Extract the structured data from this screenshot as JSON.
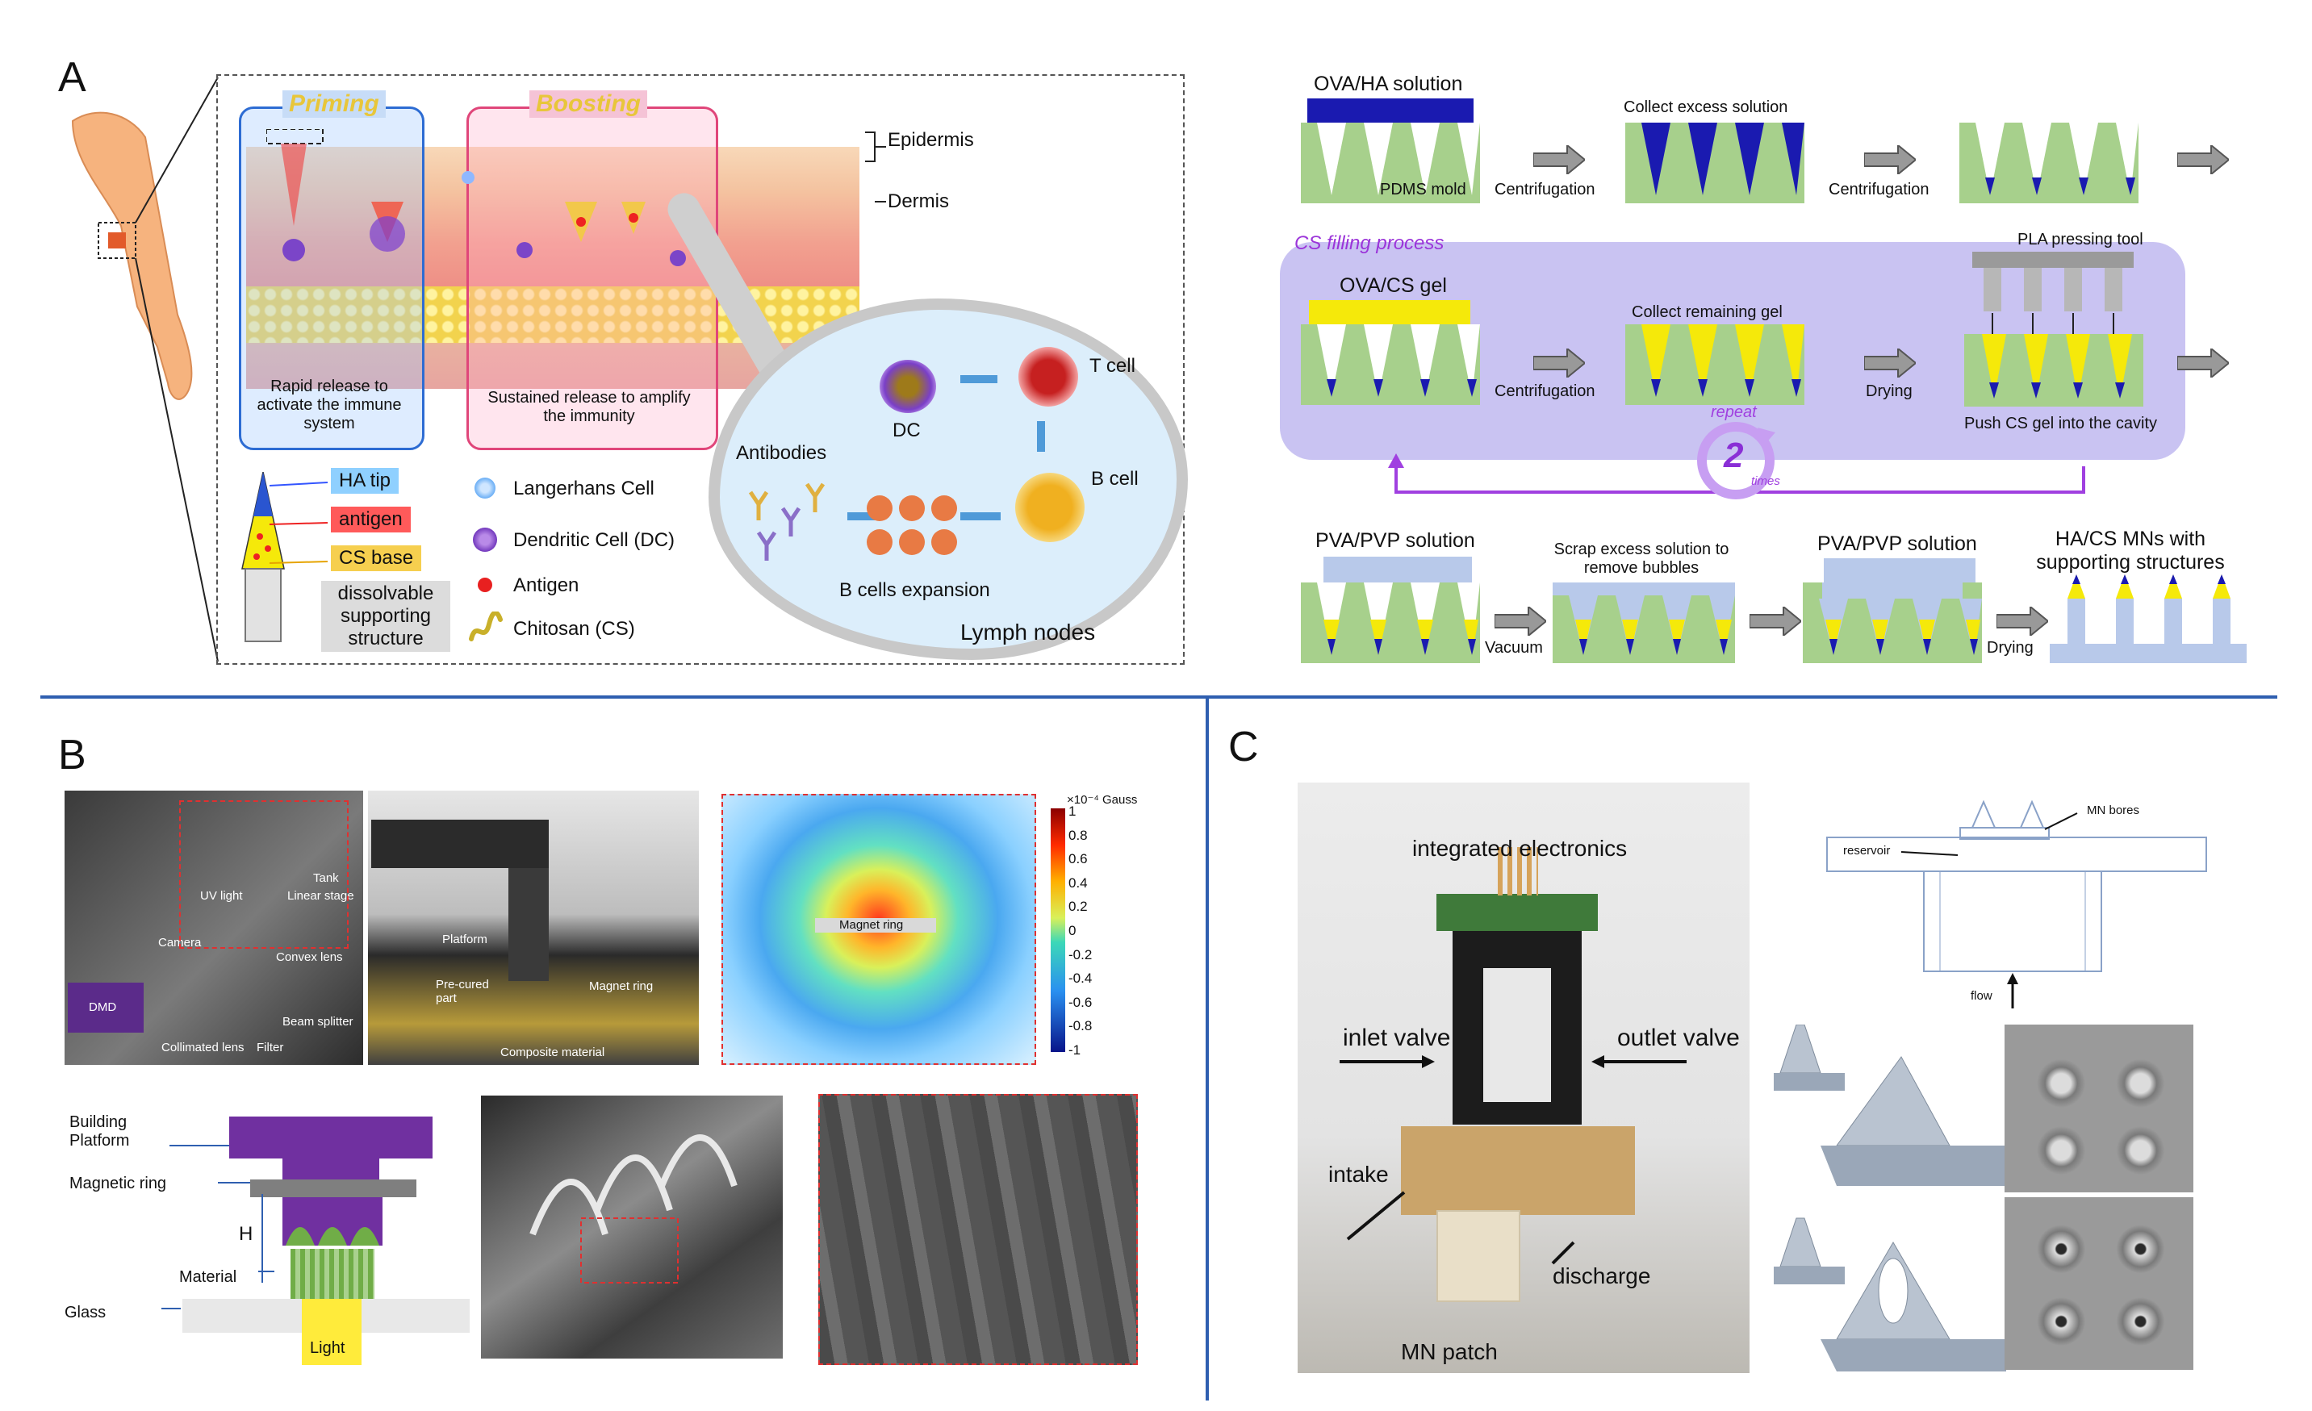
{
  "panels": {
    "a": "A",
    "b": "B",
    "c": "C"
  },
  "panel_a": {
    "left": {
      "priming": "Priming",
      "boosting": "Boosting",
      "epidermis": "Epidermis",
      "dermis": "Dermis",
      "priming_caption": "Rapid release to activate the immune system",
      "boosting_caption": "Sustained release to amplify the immunity",
      "legend": {
        "ha_tip": "HA tip",
        "antigen": "antigen",
        "cs_base": "CS base",
        "support": "dissolvable supporting structure",
        "langerhans": "Langerhans Cell",
        "dendritic": "Dendritic Cell (DC)",
        "antigen_item": "Antigen",
        "chitosan": "Chitosan (CS)"
      },
      "lymph": {
        "antibodies": "Antibodies",
        "dc": "DC",
        "t_cell": "T cell",
        "b_cell": "B cell",
        "expansion": "B cells expansion",
        "lymph_nodes": "Lymph nodes"
      }
    },
    "right": {
      "ova_ha": "OVA/HA solution",
      "pdms": "PDMS mold",
      "centrifugation": "Centrifugation",
      "collect_excess": "Collect excess solution",
      "cs_filling": "CS filling process",
      "pla_tool": "PLA pressing tool",
      "ova_cs": "OVA/CS gel",
      "collect_gel": "Collect remaining gel",
      "drying": "Drying",
      "repeat": "repeat",
      "two": "2",
      "times": "times",
      "push": "Push CS gel into the cavity",
      "pva_pvp": "PVA/PVP solution",
      "vacuum": "Vacuum",
      "scrap": "Scrap excess solution to remove bubbles",
      "pva_pvp2": "PVA/PVP solution",
      "final": "HA/CS MNs with supporting structures"
    }
  },
  "panel_b": {
    "photo1": {
      "tank": "Tank",
      "uv": "UV light",
      "linear": "Linear stage",
      "camera": "Camera",
      "dmd": "DMD",
      "collimated": "Collimated lens",
      "filter": "Filter",
      "beam": "Beam splitter",
      "convex": "Convex lens"
    },
    "photo2": {
      "platform": "Platform",
      "pre_cured": "Pre-cured part",
      "magnet": "Magnet ring",
      "composite": "Composite material"
    },
    "colorbar": {
      "unit": "×10⁻⁴ Gauss",
      "ticks": [
        "1",
        "0.8",
        "0.6",
        "0.4",
        "0.2",
        "0",
        "-0.2",
        "-0.4",
        "-0.6",
        "-0.8",
        "-1"
      ],
      "magnet_label": "Magnet ring"
    },
    "schematic": {
      "building": "Building Platform",
      "magnetic": "Magnetic ring",
      "h": "H",
      "material": "Material",
      "glass": "Glass",
      "light": "Light"
    }
  },
  "panel_c": {
    "integrated": "integrated electronics",
    "inlet": "inlet valve",
    "outlet": "outlet valve",
    "intake": "intake",
    "discharge": "discharge",
    "mn_patch": "MN patch",
    "mn_bores": "MN bores",
    "reservoir": "reservoir",
    "flow": "flow"
  },
  "colors": {
    "separator": "#2f5fb0",
    "mold_green": "#a7d08c",
    "ha_blue": "#1a1ab0",
    "cs_yellow": "#f5e90a",
    "cs_panel": "#c9c3f2",
    "repeat_purple": "#a040e0"
  }
}
